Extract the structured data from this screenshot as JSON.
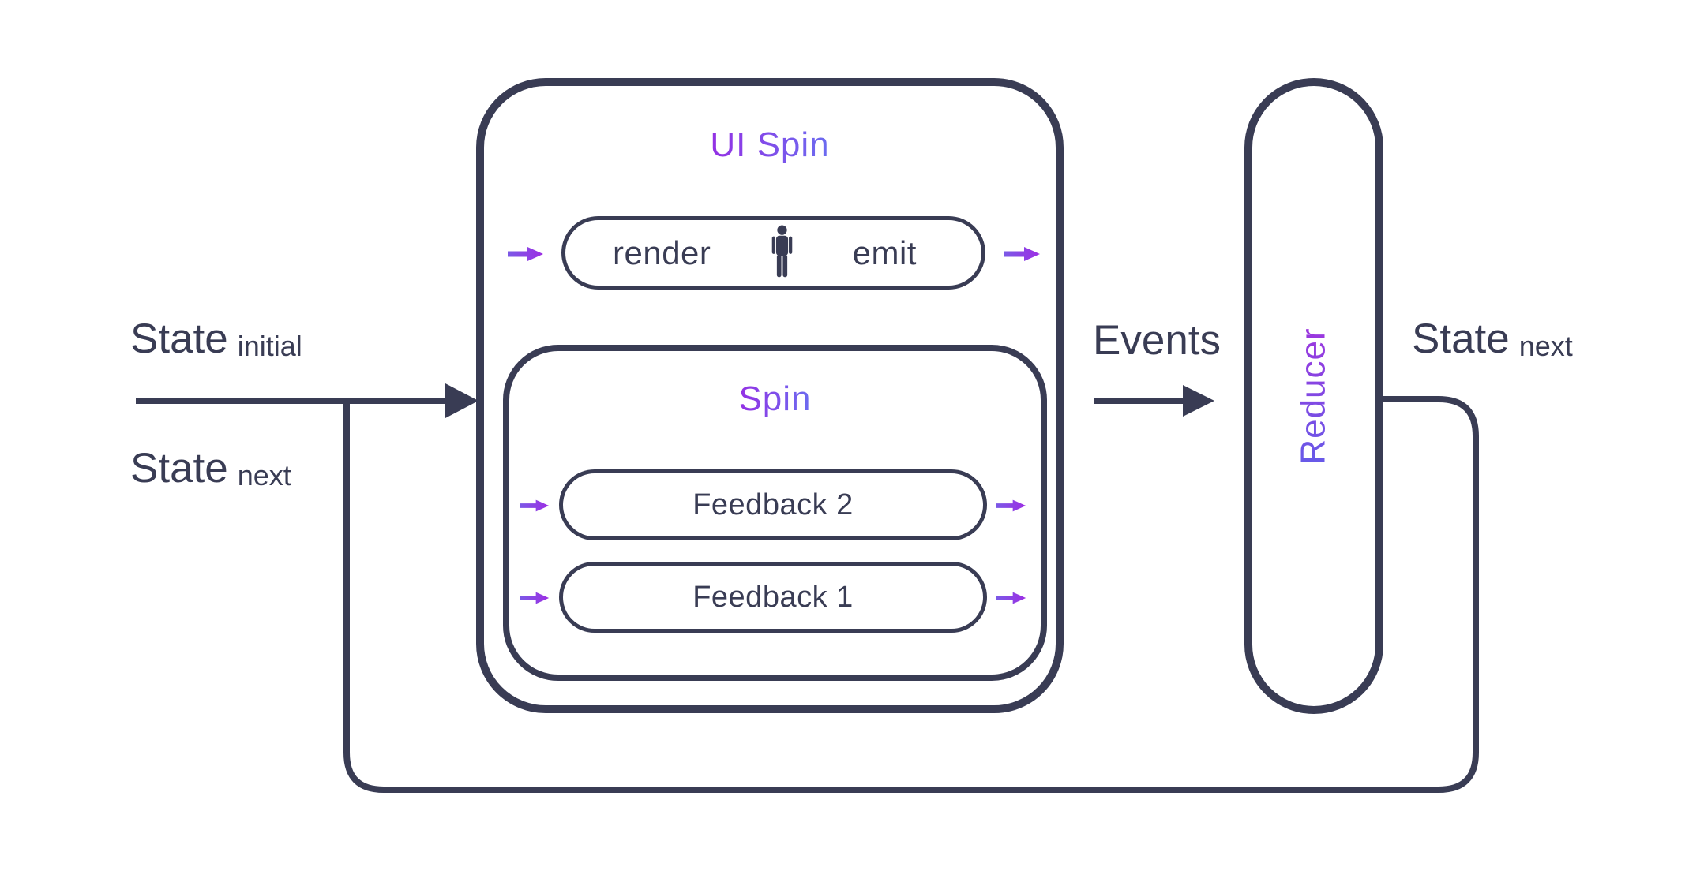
{
  "colors": {
    "background": "#ffffff",
    "stroke": "#393c54",
    "text": "#393c54",
    "arrow_gradient_start": "#7b59e6",
    "arrow_gradient_end": "#9d2ee4",
    "title_gradient_start": "#9430e4",
    "title_gradient_end": "#6b6cf0",
    "reducer_gradient_start": "#675ae8",
    "reducer_gradient_end": "#9c36de"
  },
  "labels": {
    "state_initial": {
      "main": "State",
      "sub": "initial"
    },
    "state_next_left": {
      "main": "State",
      "sub": "next"
    },
    "events": "Events",
    "state_next_right": {
      "main": "State",
      "sub": "next"
    }
  },
  "ui_spin": {
    "title": "UI Spin",
    "render_emit": {
      "render_label": "render",
      "emit_label": "emit",
      "icon": "person-icon"
    },
    "spin": {
      "title": "Spin",
      "feedbacks": [
        "Feedback 2",
        "Feedback 1"
      ]
    }
  },
  "reducer": {
    "title": "Reducer"
  },
  "icons": {
    "flow_arrow": "flow-arrow-icon",
    "actor": "person-icon"
  }
}
